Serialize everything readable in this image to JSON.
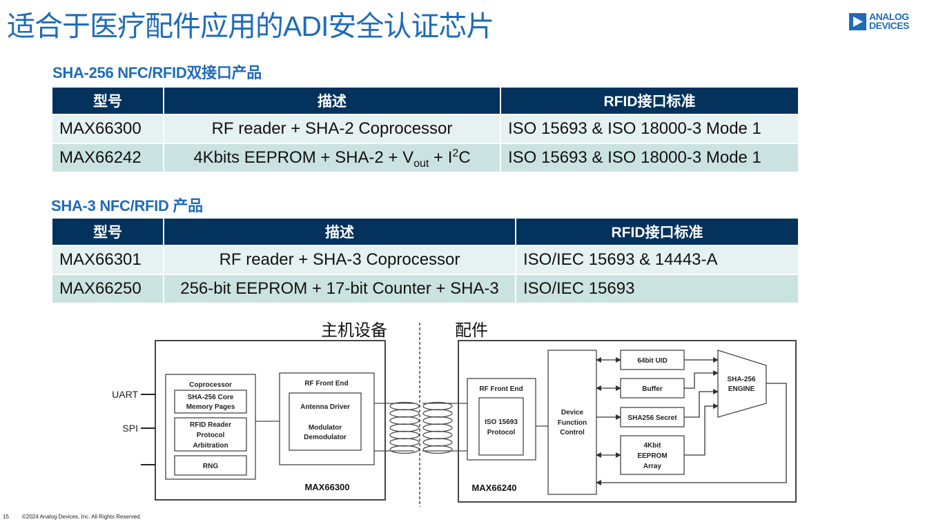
{
  "header": {
    "title": "适合于医疗配件应用的ADI安全认证芯片",
    "logo": {
      "line1": "ANALOG",
      "line2": "DEVICES",
      "icon": "adi-triangle-logo-icon",
      "color": "#1f6bb8"
    }
  },
  "tables": [
    {
      "section_title": "SHA-256 NFC/RFID双接口产品",
      "headers": [
        "型号",
        "描述",
        "RFID接口标准"
      ],
      "rows": [
        {
          "model": "MAX66300",
          "desc_plain": "RF reader + SHA-2 Coprocessor",
          "standard": "ISO 15693 & ISO 18000-3  Mode 1"
        },
        {
          "model": "MAX66242",
          "desc_parts": {
            "a": "4Kbits EEPROM + SHA-2 + V",
            "sub": "out",
            "b": " + I",
            "sup": "2",
            "c": "C"
          },
          "standard": "ISO 15693 & ISO 18000-3 Mode 1"
        }
      ]
    },
    {
      "section_title": "SHA-3 NFC/RFID 产品",
      "headers": [
        "型号",
        "描述",
        "RFID接口标准"
      ],
      "rows": [
        {
          "model": "MAX66301",
          "desc_plain": "RF reader + SHA-3 Coprocessor",
          "standard": "ISO/IEC 15693 & 14443-A"
        },
        {
          "model": "MAX66250",
          "desc_plain": "256-bit EEPROM + 17-bit Counter + SHA-3",
          "standard": "ISO/IEC 15693"
        }
      ]
    }
  ],
  "diagram": {
    "host_label": "主机设备",
    "accessory_label": "配件",
    "host": {
      "chip": "MAX66300",
      "interfaces": [
        "UART",
        "SPI",
        ""
      ],
      "coprocessor": {
        "title": "Coprocessor",
        "blocks": [
          [
            "SHA-256 Core",
            "Memory Pages"
          ],
          [
            "RFID Reader",
            "Protocol",
            "Arbitration"
          ],
          [
            "RNG"
          ]
        ]
      },
      "rf_front_end": {
        "title": "RF Front End",
        "inner": [
          "Antenna Driver",
          "",
          "Modulator",
          "Demodulator"
        ]
      }
    },
    "accessory": {
      "chip": "MAX66240",
      "rf_front_end": {
        "title": "RF Front End",
        "inner": [
          "ISO 15693",
          "Protocol"
        ]
      },
      "control": [
        "Device",
        "Function",
        "Control"
      ],
      "blocks": [
        "64bit UID",
        "Buffer",
        "SHA256 Secret",
        [
          "4Kbit",
          "EEPROM",
          "Array"
        ]
      ],
      "engine": [
        "SHA-256",
        "ENGINE"
      ]
    }
  },
  "footer": {
    "page": "15",
    "copyright": "©2024 Analog Devices, Inc. All Rights Reserved."
  }
}
